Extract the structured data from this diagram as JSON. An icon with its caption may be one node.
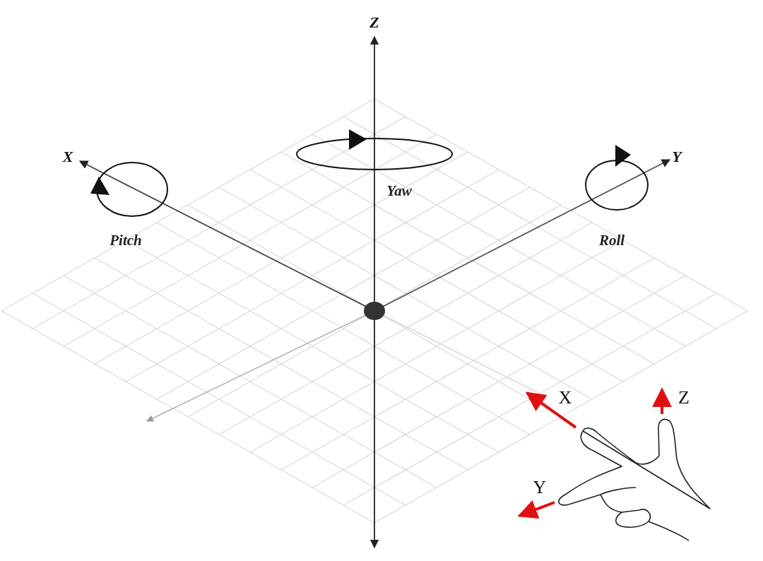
{
  "diagram": {
    "labels": [
      "Z",
      "X",
      "Y",
      "Yaw",
      "Pitch",
      "Roll",
      "X",
      "Z",
      "Y"
    ]
  }
}
